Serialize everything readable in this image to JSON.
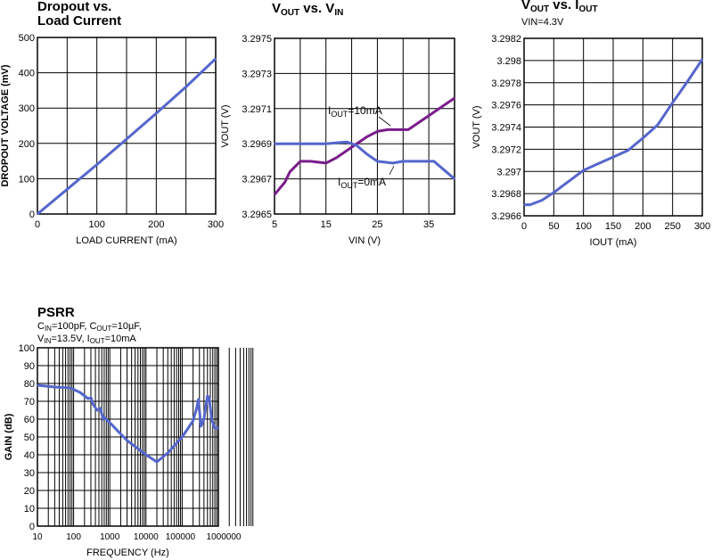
{
  "colors": {
    "blue": "#5566cc",
    "purple": "#7a1d8a",
    "grid": "#000000"
  },
  "titles": {
    "c1_line1": "Dropout vs.",
    "c1_line2": "Load Current",
    "c2": {
      "a": "V",
      "a_sub": "OUT",
      "b": " vs. V",
      "b_sub": "IN"
    },
    "c3": {
      "a": "V",
      "a_sub": "OUT",
      "b": " vs. I",
      "b_sub": "OUT"
    },
    "c3_note": {
      "a": "V",
      "a_sub": "IN",
      "b": "=4.3V"
    },
    "c4": "PSRR",
    "c4_note1": {
      "a": "C",
      "a_sub": "IN",
      "b": "=100pF, C",
      "b_sub": "OUT",
      "c": "=10µF,"
    },
    "c4_note2": {
      "a": "V",
      "a_sub": "IN",
      "b": "=13.5V, I",
      "b_sub": "OUT",
      "c": "=10mA"
    }
  },
  "chart_data": [
    {
      "type": "line",
      "title": "Dropout vs. Load Current",
      "xlabel": "LOAD CURRENT (mA)",
      "ylabel": "DROPOUT VOLTAGE (mV)",
      "xlim": [
        0,
        300
      ],
      "ylim": [
        0,
        500
      ],
      "xticks": [
        "0",
        "100",
        "200",
        "300"
      ],
      "xtick_values": [
        0,
        100,
        200,
        300
      ],
      "yticks": [
        "0",
        "100",
        "200",
        "300",
        "400",
        "500"
      ],
      "ytick_values": [
        0,
        100,
        200,
        300,
        400,
        500
      ],
      "xgrid": [
        0,
        50,
        100,
        150,
        200,
        250,
        300
      ],
      "ygrid": [
        0,
        100,
        200,
        300,
        400,
        500
      ],
      "series": [
        {
          "name": "Dropout",
          "color": "blue",
          "x": [
            0,
            50,
            100,
            150,
            200,
            250,
            300
          ],
          "y": [
            0,
            70,
            140,
            212,
            285,
            360,
            440
          ]
        }
      ]
    },
    {
      "type": "line",
      "title": "VOUT vs. VIN",
      "xlabel": "VIN (V)",
      "ylabel": "VOUT (V)",
      "xlim": [
        5,
        40
      ],
      "ylim": [
        3.2965,
        3.2975
      ],
      "xticks": [
        "5",
        "15",
        "25",
        "35"
      ],
      "xtick_values": [
        5,
        15,
        25,
        35
      ],
      "yticks": [
        "3.2965",
        "3.2967",
        "3.2969",
        "3.2971",
        "3.2973",
        "3.2975"
      ],
      "ytick_values": [
        3.2965,
        3.2967,
        3.2969,
        3.2971,
        3.2973,
        3.2975
      ],
      "xgrid": [
        5,
        10,
        15,
        20,
        25,
        30,
        35,
        40
      ],
      "ygrid": [
        3.2965,
        3.2967,
        3.2969,
        3.2971,
        3.2973,
        3.2975
      ],
      "series": [
        {
          "name": "IOUT=10mA",
          "color": "purple",
          "x": [
            5,
            7,
            8,
            10,
            12,
            15,
            17,
            20,
            23,
            25,
            27,
            31,
            35,
            40
          ],
          "y": [
            3.29661,
            3.29668,
            3.29674,
            3.2968,
            3.2968,
            3.29679,
            3.29682,
            3.29688,
            3.29694,
            3.29697,
            3.29698,
            3.29698,
            3.29706,
            3.29716
          ]
        },
        {
          "name": "IOUT=0mA",
          "color": "blue",
          "x": [
            5,
            10,
            15,
            19,
            21,
            23,
            25,
            28,
            30,
            36,
            38,
            40
          ],
          "y": [
            3.2969,
            3.2969,
            3.2969,
            3.29691,
            3.29689,
            3.29684,
            3.2968,
            3.29679,
            3.2968,
            3.2968,
            3.29675,
            3.2967
          ]
        }
      ],
      "annotations": [
        {
          "label": "I",
          "sub": "OUT",
          "rest": "=10mA",
          "series": "IOUT=10mA"
        },
        {
          "label": "I",
          "sub": "OUT",
          "rest": "=0mA",
          "series": "IOUT=0mA"
        }
      ]
    },
    {
      "type": "line",
      "title": "VOUT vs. IOUT",
      "subtitle": "VIN=4.3V",
      "xlabel": "IOUT (mA)",
      "ylabel": "VOUT (V)",
      "xlim": [
        0,
        300
      ],
      "ylim": [
        3.2966,
        3.2982
      ],
      "xticks": [
        "0",
        "50",
        "100",
        "150",
        "200",
        "250",
        "300"
      ],
      "xtick_values": [
        0,
        50,
        100,
        150,
        200,
        250,
        300
      ],
      "yticks": [
        "3.2966",
        "3.2968",
        "3.297",
        "3.2972",
        "3.2974",
        "3.2976",
        "3.2978",
        "3.298",
        "3.2982"
      ],
      "ytick_values": [
        3.2966,
        3.2968,
        3.297,
        3.2972,
        3.2974,
        3.2976,
        3.2978,
        3.298,
        3.2982
      ],
      "xgrid": [
        0,
        50,
        100,
        150,
        200,
        250,
        300
      ],
      "ygrid": [
        3.2966,
        3.2968,
        3.297,
        3.2972,
        3.2974,
        3.2976,
        3.2978,
        3.298,
        3.2982
      ],
      "series": [
        {
          "name": "VOUT",
          "color": "blue",
          "x": [
            0,
            10,
            30,
            50,
            75,
            100,
            125,
            150,
            175,
            200,
            225,
            250,
            275,
            300
          ],
          "y": [
            3.2967,
            3.2967,
            3.29674,
            3.29681,
            3.29691,
            3.29701,
            3.29707,
            3.29713,
            3.29719,
            3.2973,
            3.29742,
            3.29762,
            3.29781,
            3.29801
          ]
        }
      ]
    },
    {
      "type": "line",
      "title": "PSRR",
      "xlabel": "FREQUENCY (Hz)",
      "ylabel": "GAIN (dB)",
      "xscale": "log",
      "xlim": [
        10,
        1000000
      ],
      "ylim": [
        0,
        100
      ],
      "xticks": [
        "10",
        "100",
        "1000",
        "10000",
        "100000",
        "1000000"
      ],
      "xtick_values": [
        10,
        100,
        1000,
        10000,
        100000,
        1000000
      ],
      "yticks": [
        "0",
        "10",
        "20",
        "30",
        "40",
        "50",
        "60",
        "70",
        "80",
        "90",
        "100"
      ],
      "ytick_values": [
        0,
        10,
        20,
        30,
        40,
        50,
        60,
        70,
        80,
        90,
        100
      ],
      "ygrid": [
        0,
        10,
        20,
        30,
        40,
        50,
        60,
        70,
        80,
        90,
        100
      ],
      "series": [
        {
          "name": "PSRR",
          "color": "blue",
          "x": [
            10,
            30,
            80,
            150,
            250,
            300,
            350,
            450,
            550,
            650,
            700,
            1000,
            3000,
            10000,
            20000,
            40000,
            100000,
            200000,
            250000,
            280000,
            330000,
            400000,
            500000,
            560000,
            650000,
            800000,
            1000000
          ],
          "y": [
            79,
            78,
            77.5,
            75,
            71.5,
            72,
            68,
            65,
            66,
            60,
            61,
            58,
            48,
            40,
            36,
            41,
            50,
            59,
            66,
            71,
            56,
            60,
            73,
            72,
            60,
            55,
            55
          ]
        }
      ]
    }
  ]
}
